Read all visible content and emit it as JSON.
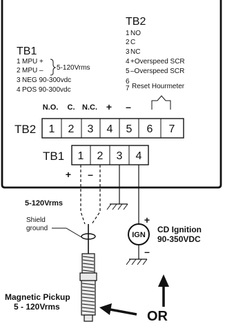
{
  "tb2_legend": {
    "title": "TB2",
    "items": [
      {
        "num": "1",
        "label": "NO"
      },
      {
        "num": "2",
        "label": "C"
      },
      {
        "num": "3",
        "label": "NC"
      },
      {
        "num": "4",
        "label": "+Overspeed SCR"
      },
      {
        "num": "5",
        "label": "–Overspeed SCR"
      },
      {
        "num": "6",
        "label": ""
      },
      {
        "num": "7",
        "label": "Reset Hourmeter"
      }
    ]
  },
  "tb1_legend": {
    "title": "TB1",
    "items": [
      {
        "num": "1",
        "label": "MPU +"
      },
      {
        "num": "2",
        "label": "MPU –"
      },
      {
        "num": "3",
        "label": "NEG 90-300vdc"
      },
      {
        "num": "4",
        "label": "POS 90-300vdc"
      }
    ],
    "mpu_range": "5-120Vrms"
  },
  "tb2_strip": {
    "label": "TB2",
    "headers": [
      "N.O.",
      "C.",
      "N.C.",
      "+",
      "–"
    ],
    "terminals": [
      "1",
      "2",
      "3",
      "4",
      "5",
      "6",
      "7"
    ]
  },
  "tb1_strip": {
    "label": "TB1",
    "terminals": [
      "1",
      "2",
      "3",
      "4"
    ],
    "plus": "+",
    "minus": "–"
  },
  "labels": {
    "vrms": "5-120Vrms",
    "shield_1": "Shield",
    "shield_2": "ground",
    "ign": "IGN",
    "ign_plus": "+",
    "ign_minus": "–",
    "cd_1": "CD Ignition",
    "cd_2": "90-350VDC",
    "pickup_1": "Magnetic Pickup",
    "pickup_2": "5 - 120Vrms",
    "or": "OR"
  }
}
